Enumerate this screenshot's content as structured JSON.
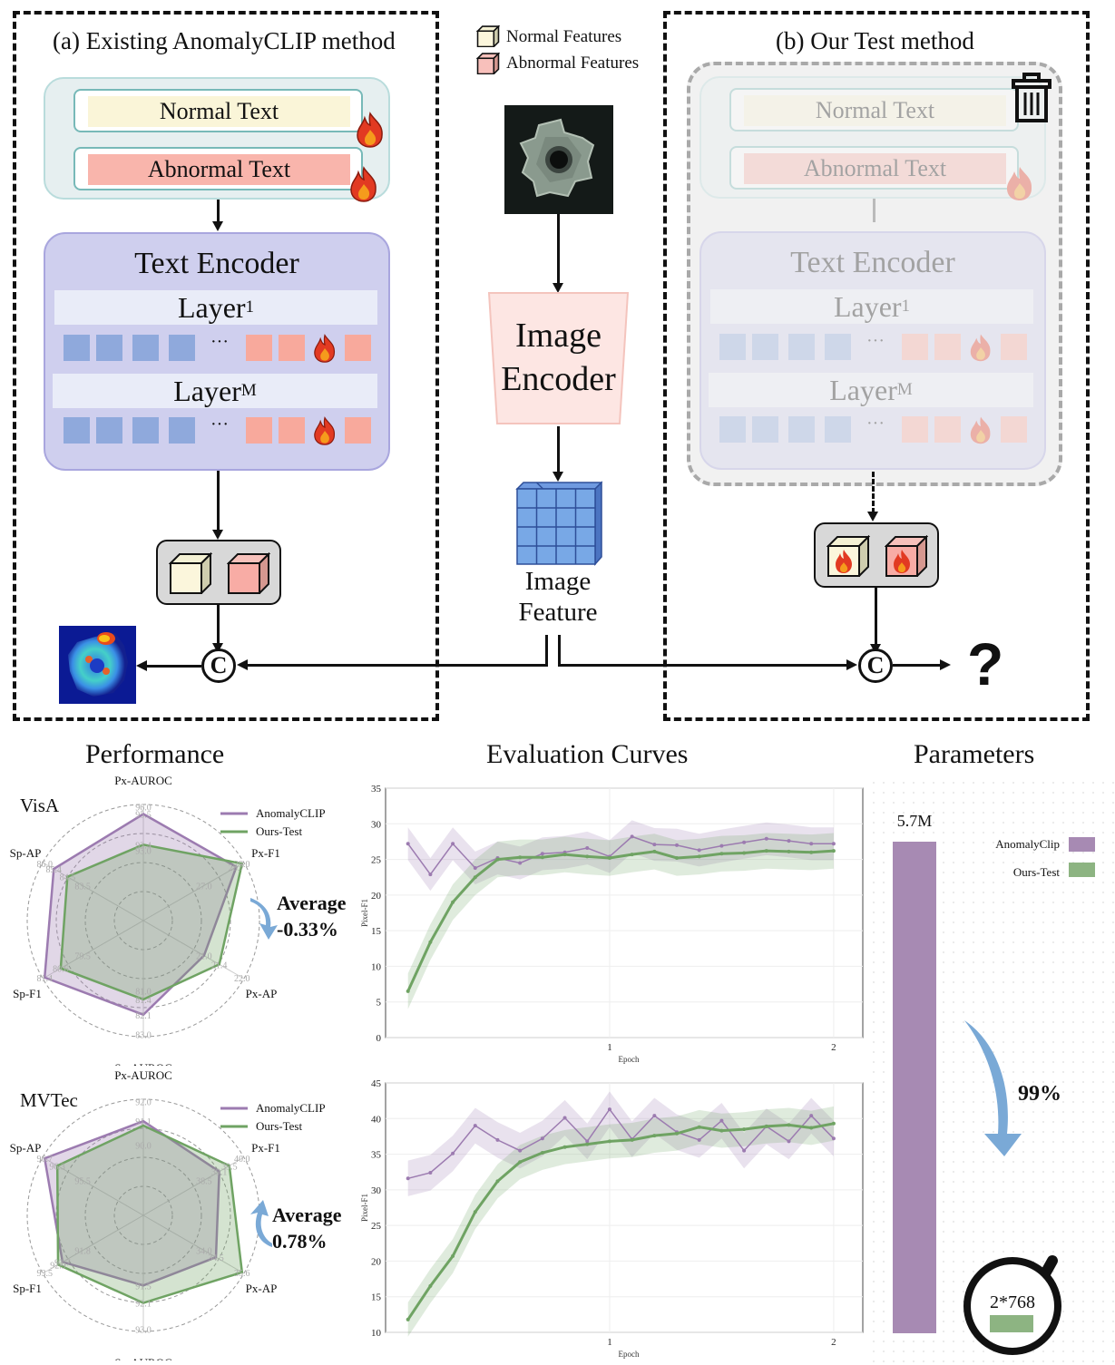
{
  "legend_top": {
    "normal": "Normal Features",
    "abnormal": "Abnormal Features"
  },
  "panel_a": {
    "title": "(a) Existing AnomalyCLIP method",
    "normal_text": "Normal Text",
    "abnormal_text": "Abnormal Text",
    "encoder_title": "Text Encoder",
    "layer1": "Layer",
    "layer1_sub": "1",
    "layerM": "Layer",
    "layerM_sub": "M",
    "ellipsis": "···",
    "concat": "C"
  },
  "center": {
    "image_encoder_line1": "Image",
    "image_encoder_line2": "Encoder",
    "feature_line1": "Image",
    "feature_line2": "Feature"
  },
  "panel_b": {
    "title": "(b) Our Test method",
    "normal_text": "Normal Text",
    "abnormal_text": "Abnormal Text",
    "encoder_title": "Text Encoder",
    "layer1": "Layer",
    "layer1_sub": "1",
    "layerM": "Layer",
    "layerM_sub": "M",
    "ellipsis": "···",
    "concat": "C",
    "output": "?"
  },
  "section_titles": {
    "performance": "Performance",
    "curves": "Evaluation Curves",
    "parameters": "Parameters"
  },
  "colors": {
    "anomalyclip": "#9c7bb0",
    "ours": "#6fa363",
    "arrow": "#7aa9d6",
    "param_purple": "#a78ab3",
    "param_green": "#8db482"
  },
  "chart_data": [
    {
      "type": "radar",
      "title": "VisA",
      "axes": [
        "Px-AUROC",
        "Px-F1",
        "Px-AP",
        "Sp-AUROC",
        "Sp-F1",
        "Sp-AP"
      ],
      "series": [
        {
          "name": "AnomalyCLIP",
          "values": [
            95.5,
            28.7,
            21.0,
            82.1,
            81.4,
            85.4
          ]
        },
        {
          "name": "Ours-Test",
          "values": [
            93.4,
            29.0,
            21.4,
            81.4,
            80.6,
            84.5
          ]
        }
      ],
      "tick_labels": {
        "Px-AUROC": [
          "93.0",
          "93.4",
          "95.5",
          "96.0"
        ],
        "Px-F1": [
          "27.0",
          "28.7",
          "29.0"
        ],
        "Px-AP": [
          "21.0",
          "21.4",
          "22.0"
        ],
        "Sp-AUROC": [
          "81.0",
          "81.4",
          "82.1",
          "83.0"
        ],
        "Sp-F1": [
          "79.5",
          "80.6",
          "81.4"
        ],
        "Sp-AP": [
          "83.5",
          "84.5",
          "85.4",
          "86.0"
        ]
      },
      "annotation": {
        "label": "Average",
        "value": "-0.33%",
        "direction": "down"
      },
      "legend": "top-right"
    },
    {
      "type": "radar",
      "title": "MVTec",
      "axes": [
        "Px-AUROC",
        "Px-F1",
        "Px-AP",
        "Sp-AUROC",
        "Sp-F1",
        "Sp-AP"
      ],
      "series": [
        {
          "name": "AnomalyCLIP",
          "values": [
            91.1,
            39.1,
            34.5,
            91.5,
            92.7,
            96.7
          ]
        },
        {
          "name": "Ours-Test",
          "values": [
            90.9,
            39.5,
            35.6,
            92.1,
            92.9,
            96.3
          ]
        }
      ],
      "tick_labels": {
        "Px-AUROC": [
          "90.0",
          "91.1",
          "92.0"
        ],
        "Px-F1": [
          "38.5",
          "39.1",
          "39.5",
          "40.0"
        ],
        "Px-AP": [
          "34.0",
          "34.5",
          "35.6"
        ],
        "Sp-AUROC": [
          "91.5",
          "92.1",
          "93.0"
        ],
        "Sp-F1": [
          "91.8",
          "92.7",
          "92.9",
          "93.5"
        ],
        "Sp-AP": [
          "95.5",
          "96.3",
          "96.7"
        ]
      },
      "annotation": {
        "label": "Average",
        "value": "0.78%",
        "direction": "up"
      },
      "legend": "top-right"
    },
    {
      "type": "line",
      "xlabel": "Epoch",
      "ylabel": "Pixel-F1",
      "ylim": [
        0,
        35
      ],
      "yticks": [
        0,
        5,
        10,
        15,
        20,
        25,
        30,
        35
      ],
      "xticks": [
        1,
        2
      ],
      "x": [
        0.1,
        0.2,
        0.3,
        0.4,
        0.5,
        0.6,
        0.7,
        0.8,
        0.9,
        1.0,
        1.1,
        1.2,
        1.3,
        1.4,
        1.5,
        1.6,
        1.7,
        1.8,
        1.9,
        2.0
      ],
      "series": [
        {
          "name": "AnomalyCLIP",
          "values": [
            27.2,
            22.9,
            27.2,
            23.8,
            25.2,
            24.5,
            25.8,
            26.0,
            26.6,
            25.4,
            28.2,
            27.1,
            27.0,
            26.3,
            26.9,
            27.4,
            27.9,
            27.6,
            27.2,
            27.2
          ],
          "band": 2.3
        },
        {
          "name": "Ours-Test",
          "values": [
            6.5,
            13.4,
            19.0,
            22.5,
            25.0,
            25.3,
            25.3,
            25.7,
            25.4,
            25.2,
            25.7,
            26.1,
            25.2,
            25.4,
            25.8,
            25.9,
            26.2,
            26.1,
            26.0,
            26.2
          ],
          "band": 2.5
        }
      ]
    },
    {
      "type": "line",
      "xlabel": "Epoch",
      "ylabel": "Pixel-F1",
      "ylim": [
        10,
        45
      ],
      "yticks": [
        10,
        15,
        20,
        25,
        30,
        35,
        40,
        45
      ],
      "xticks": [
        1,
        2
      ],
      "x": [
        0.1,
        0.2,
        0.3,
        0.4,
        0.5,
        0.6,
        0.7,
        0.8,
        0.9,
        1.0,
        1.1,
        1.2,
        1.3,
        1.4,
        1.5,
        1.6,
        1.7,
        1.8,
        1.9,
        2.0
      ],
      "series": [
        {
          "name": "AnomalyCLIP",
          "values": [
            31.6,
            32.4,
            35.1,
            39.0,
            37.0,
            35.5,
            37.2,
            40.1,
            36.8,
            41.3,
            37.1,
            40.4,
            38.1,
            37.0,
            39.7,
            35.5,
            38.9,
            36.8,
            40.4,
            37.2
          ],
          "band": 2.5
        },
        {
          "name": "Ours-Test",
          "values": [
            11.8,
            16.5,
            20.7,
            26.9,
            31.2,
            33.9,
            35.2,
            36.0,
            36.4,
            36.8,
            37.0,
            37.6,
            37.9,
            38.8,
            38.3,
            38.5,
            38.9,
            39.1,
            38.7,
            39.3
          ],
          "band": 2.4
        }
      ]
    },
    {
      "type": "bar",
      "title": "Parameters",
      "categories": [
        "AnomalyClip",
        "Ours-Test"
      ],
      "values_label": [
        "5.7M",
        "2*768"
      ],
      "values": [
        5700000,
        1536
      ],
      "annotation": "99%",
      "legend": "top-right"
    }
  ]
}
